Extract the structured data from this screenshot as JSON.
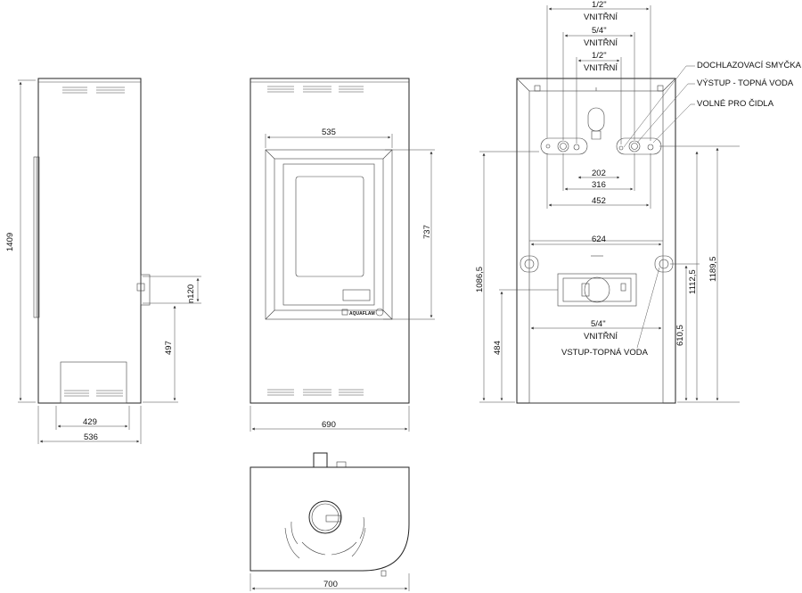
{
  "side_view": {
    "height": "1409",
    "depth_inner": "429",
    "depth_total": "536",
    "n120": "n120",
    "height_497": "497"
  },
  "front_view": {
    "width_door": "535",
    "height_737": "737",
    "width_total": "690",
    "brand": "AQUAFLAM"
  },
  "rear_view": {
    "dim_half_top": "1/2\"",
    "dim_half_top_sub": "VNITŘNÍ",
    "dim_54_top": "5/4\"",
    "dim_54_top_sub": "VNITŘNÍ",
    "dim_half_mid": "1/2\"",
    "dim_half_mid_sub": "VNITŘNÍ",
    "label_dochlazovaci": "DOCHLAZOVACÍ SMYČKA",
    "label_vystup": "VÝSTUP - TOPNÁ VODA",
    "label_volne": "VOLNÉ PRO ČIDLA",
    "w202": "202",
    "w316": "316",
    "w452": "452",
    "w624": "624",
    "dim_54_bottom": "5/4\"",
    "dim_54_bottom_sub": "VNITŘNÍ",
    "label_vstup": "VSTUP-TOPNÁ VODA",
    "h10865": "1086,5",
    "h484": "484",
    "h11125": "1112,5",
    "h11895": "1189,5",
    "h6105": "610,5"
  },
  "top_view": {
    "width_700": "700"
  }
}
